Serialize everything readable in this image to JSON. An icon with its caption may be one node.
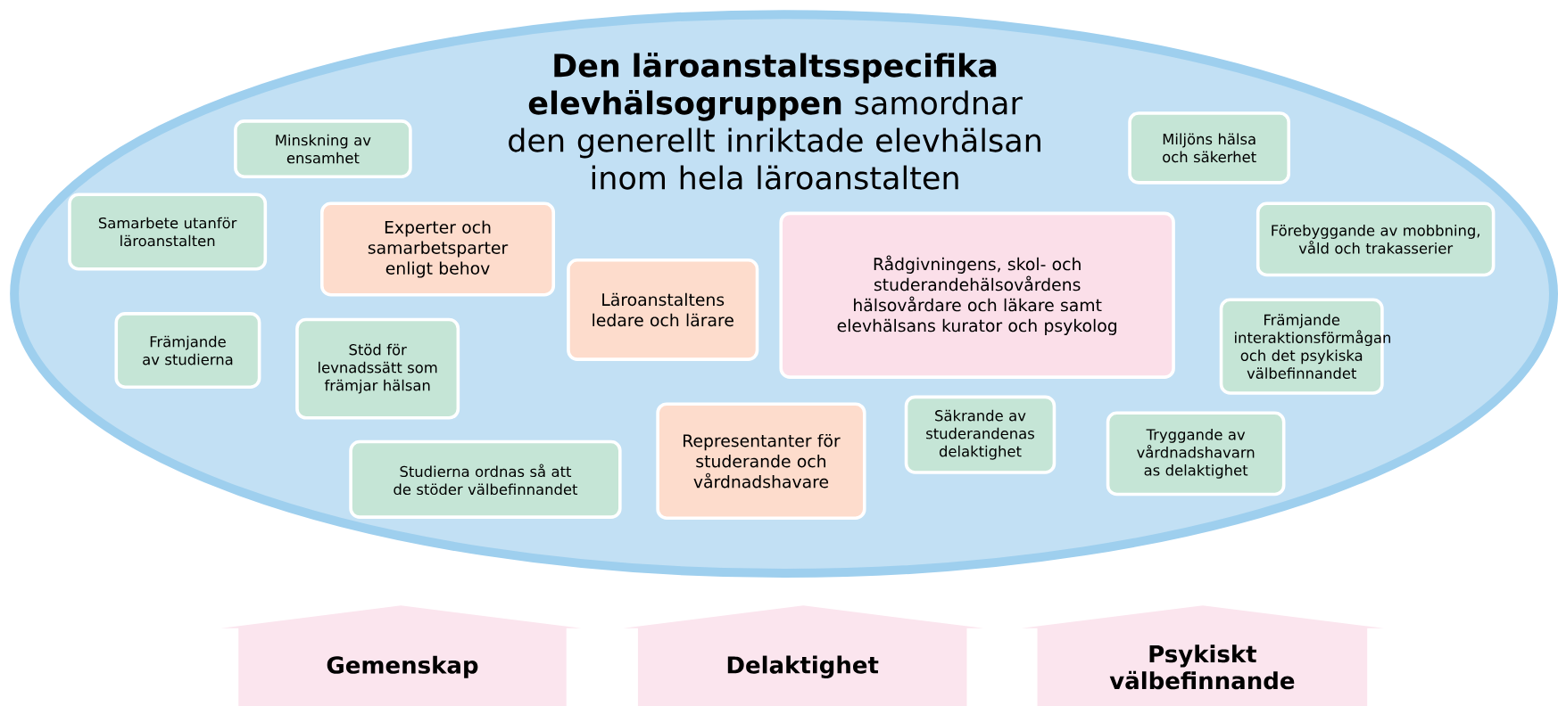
{
  "diagram": {
    "nodes": [
      {
        "text": [
          "**Den läroanstaltsspecifika elevhälsogruppen** samordnar den generellt inriktade elevhälsan inom hela läroanstalten"
        ]
      },
      {
        "text": [
          "Minskning av ensamhet"
        ],
        "in": 0
      },
      {
        "text": [
          "Samarbete utanför läroanstalten"
        ],
        "in": 0
      },
      {
        "text": [
          "Experter och samarbetsparter enligt behov"
        ],
        "in": 0
      },
      {
        "text": [
          "Läroanstaltens ledare och lärare"
        ],
        "in": 0
      },
      {
        "text": [
          "Rådgivningens, skol- och studerandehälsovårdens hälsovårdare och läkare samt elevhälsans kurator och psykolog"
        ],
        "in": 0
      },
      {
        "text": [
          "Miljöns hälsa och säkerhet"
        ],
        "in": 0
      },
      {
        "text": [
          "Förebyggande av mobbning, våld och trakasserier"
        ],
        "in": 0
      },
      {
        "text": [
          "Främjande av studierna"
        ],
        "in": 0
      },
      {
        "text": [
          "Stöd för levnadssätt som främjar hälsan"
        ],
        "in": 0
      },
      {
        "text": [
          "Främjande interaktionsförmågan och det psykiska välbefinnandet"
        ],
        "in": 0
      },
      {
        "text": [
          "Studierna ordnas så att de stöder välbefinnandet"
        ],
        "in": 0
      },
      {
        "text": [
          "Representanter för studerande och vårdnadshavare"
        ],
        "in": 0
      },
      {
        "text": [
          "Säkrande av studerandenas delaktighet"
        ],
        "in": 0
      },
      {
        "text": [
          "Tryggande av vårdnadshavarn as delaktighet"
        ],
        "in": 0
      },
      {
        "text": [
          "Gemenskap"
        ]
      },
      {
        "text": [
          "Delaktighet"
        ]
      },
      {
        "text": [
          "Psykiskt välbefinnande"
        ]
      }
    ]
  }
}
